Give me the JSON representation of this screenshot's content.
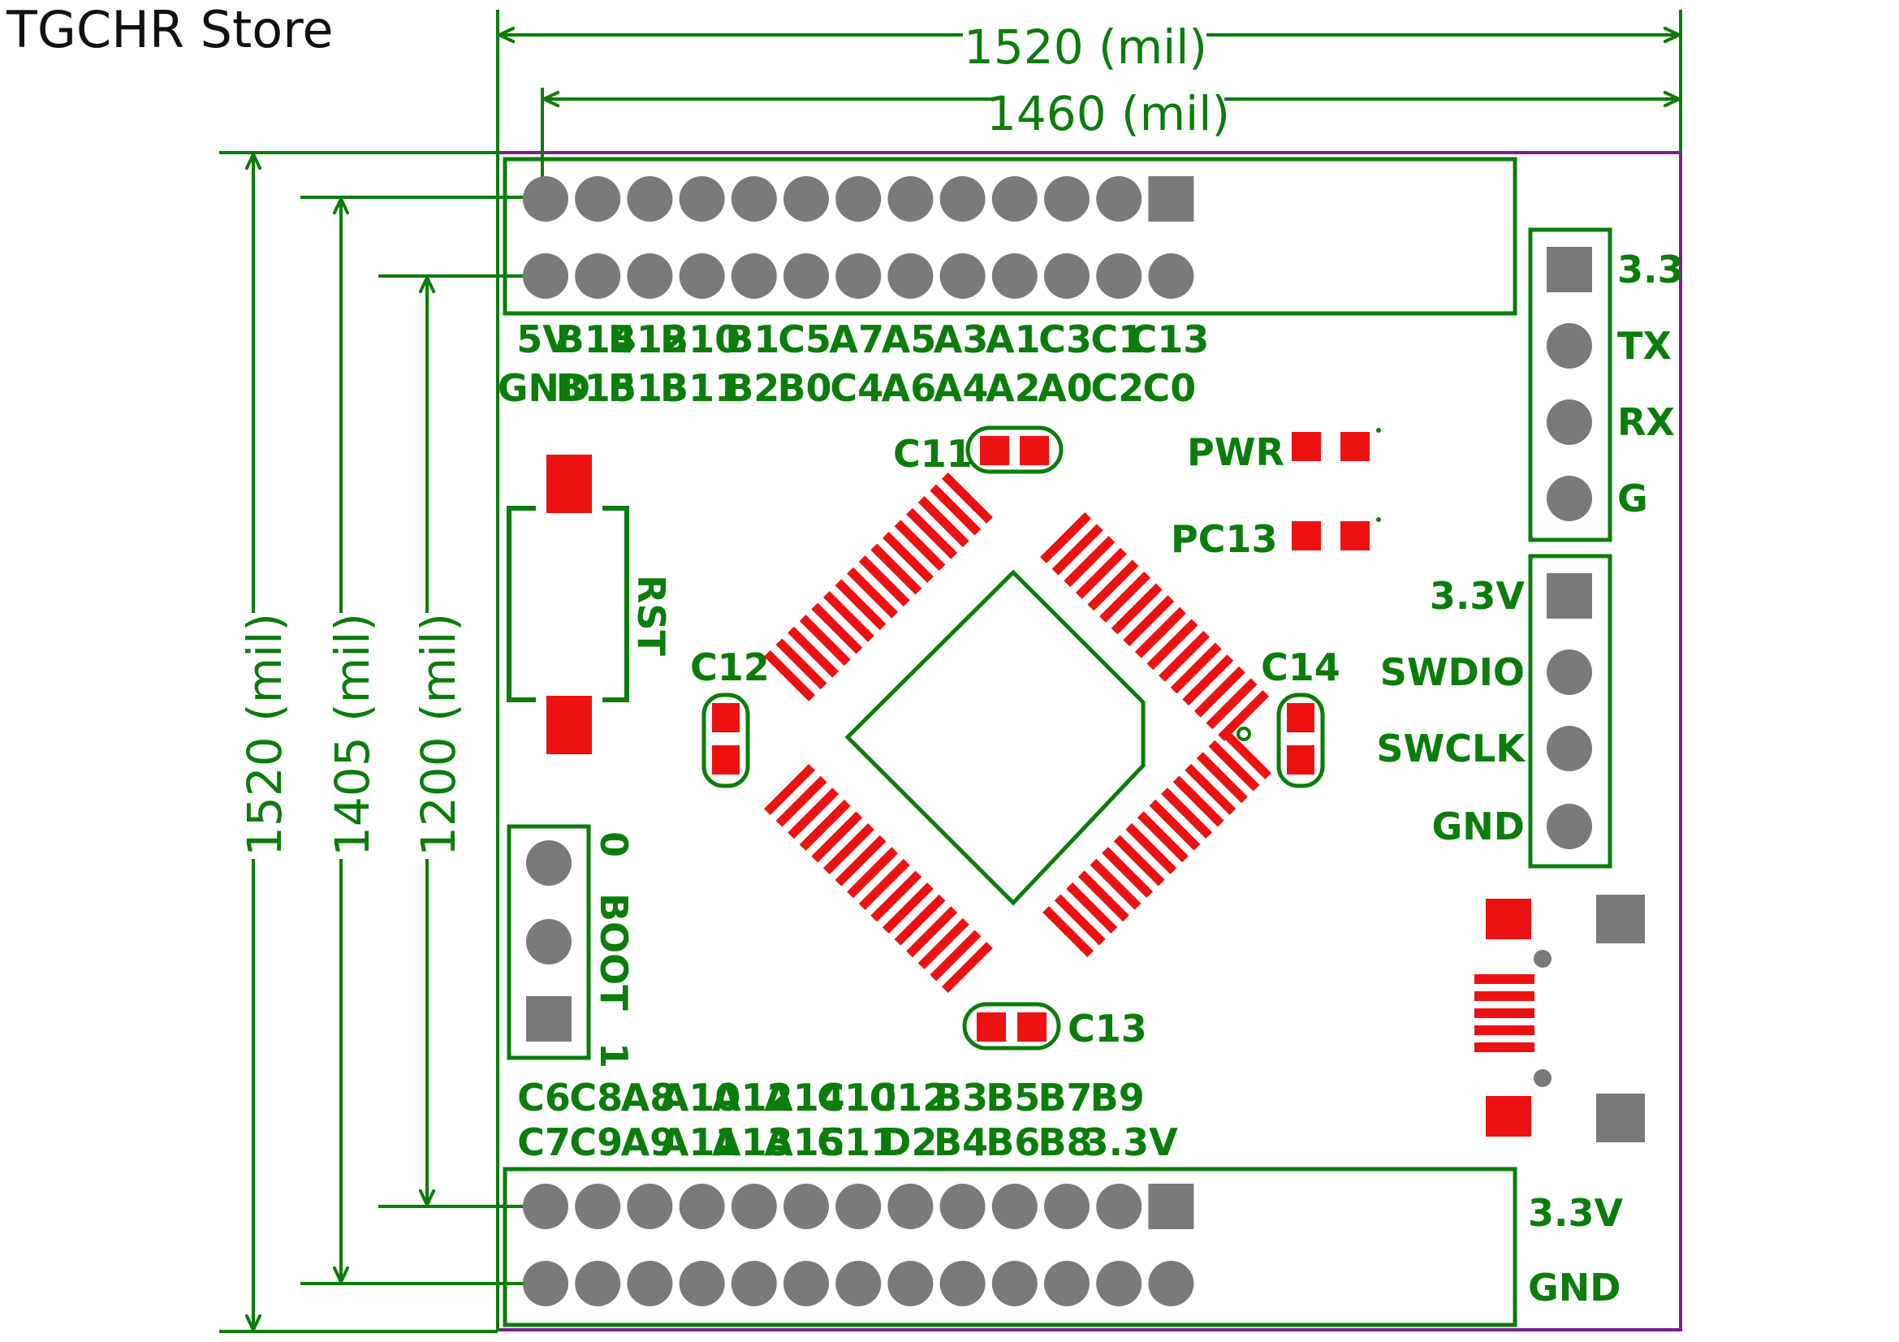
{
  "store_label": "TGCHR Store",
  "dimensions": {
    "width_outer": "1520 (mil)",
    "width_inner": "1460 (mil)",
    "height_outer": "1520 (mil)",
    "height_mid": "1405 (mil)",
    "height_inner": "1200 (mil)"
  },
  "top_header": {
    "row1_labels": [
      "5V",
      "B14",
      "B12",
      "B10",
      "B1",
      "C5",
      "A7",
      "A5",
      "A3",
      "A1",
      "C3",
      "C1",
      "C13"
    ],
    "row2_labels": [
      "GND",
      "B15",
      "B13",
      "B11",
      "B2",
      "B0",
      "C4",
      "A6",
      "A4",
      "A2",
      "A0",
      "C2",
      "C0"
    ]
  },
  "bottom_header": {
    "row1_labels": [
      "C6",
      "C8",
      "A8",
      "A10",
      "A12",
      "A14",
      "C10",
      "C12",
      "B3",
      "B5",
      "B7",
      "B9"
    ],
    "row2_labels": [
      "C7",
      "C9",
      "A9",
      "A11",
      "A13",
      "A15",
      "C11",
      "D2",
      "B4",
      "B6",
      "B8",
      "3.3V"
    ],
    "side_labels": [
      "3.3V",
      "GND"
    ]
  },
  "uart_header": {
    "labels": [
      "3.3",
      "TX",
      "RX",
      "G"
    ]
  },
  "swd_header": {
    "labels": [
      "3.3V",
      "SWDIO",
      "SWCLK",
      "GND"
    ]
  },
  "boot_header": {
    "title": "BOOT",
    "top": "0",
    "bottom": "1"
  },
  "reset_button": {
    "label": "RST"
  },
  "leds": [
    "PWR",
    "PC13"
  ],
  "capacitors": [
    "C11",
    "C12",
    "C13",
    "C14"
  ],
  "colors": {
    "silkscreen": "#0a7d0a",
    "copper_pad": "#ee1111",
    "through_hole": "#7a7a7a",
    "board_outline": "#7b1d8c"
  }
}
